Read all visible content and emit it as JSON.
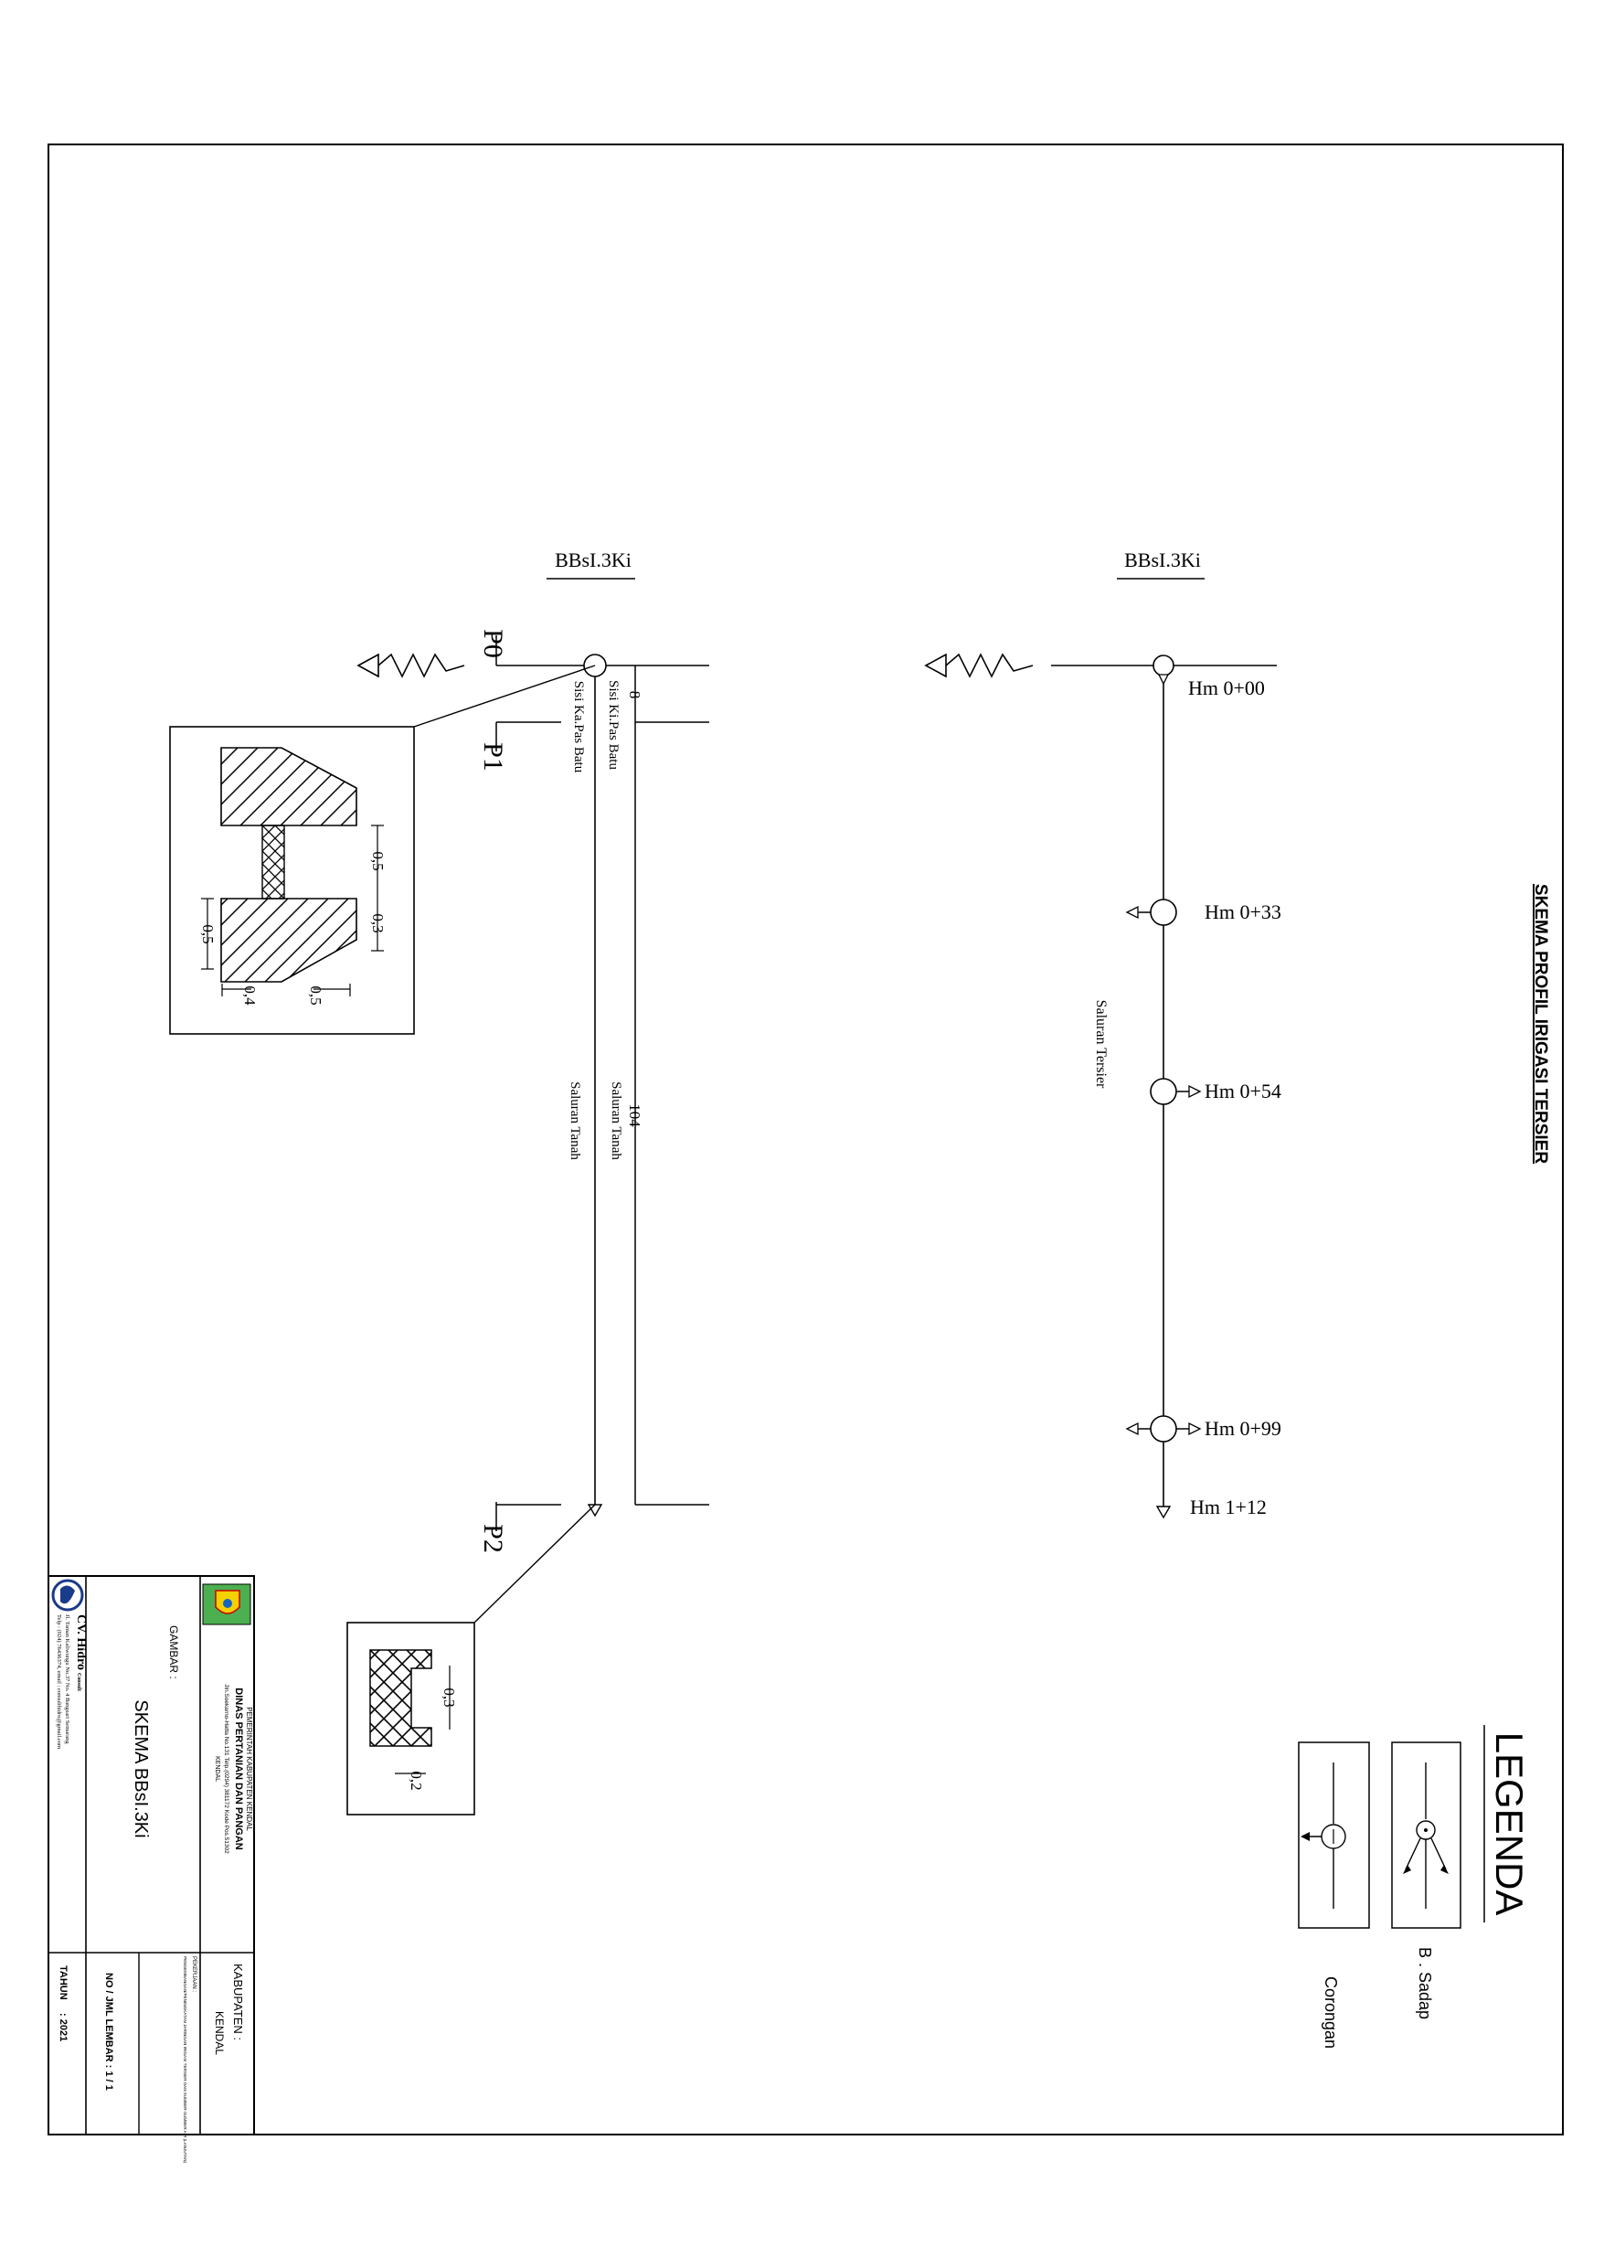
{
  "sheet_title": "SKEMA PROFIL IRIGASI TERSIER",
  "profile": {
    "name": "BBsI.3Ki",
    "points": [
      "P0",
      "P1",
      "P2"
    ],
    "dimensions": {
      "top": "8",
      "main": "104"
    },
    "labels": {
      "left_wall": "Sisi Ki.Pas Batu",
      "right_wall": "Sisi Ka.Pas Batu",
      "left_earth": "Saluran Tanah",
      "right_earth": "Saluran Tanah"
    },
    "section_p1_dims": [
      "0,5",
      "0,3",
      "0,5",
      "0,4",
      "0,5"
    ],
    "section_p2_dims": [
      "0,3",
      "0,2"
    ]
  },
  "scheme": {
    "name": "BBsI.3Ki",
    "channel_label": "Saluran Tersier",
    "stations": [
      "Hm 0+00",
      "Hm 0+33",
      "Hm 0+54",
      "Hm 0+99",
      "Hm 1+12"
    ]
  },
  "legend": {
    "title": "LEGENDA",
    "items": [
      {
        "icon": "b-sadap-icon",
        "label": "B . Sadap"
      },
      {
        "icon": "corongan-icon",
        "label": "Corongan"
      }
    ]
  },
  "title_block": {
    "agency_header": "PEMERINTAH KABUPATEN KENDAL",
    "agency_name": "DINAS PERTANIAN DAN PANGAN",
    "agency_address": "Jln.Soekarno-Hatta No.131 Telp.(0294) 381172 Kode Pos.51302",
    "agency_city": "KENDAL",
    "kabupaten_label": "KABUPATEN :",
    "kabupaten_value": "KENDAL",
    "pekerjaan_label": "PEKERJAAN :",
    "pekerjaan_value": "PENGEMBANGAN/PENINGKATAN JARINGAN IRIGASI TERSIER DAN SUMBER-SUMBER AIR (LANJUTAN)",
    "gambar_label": "GAMBAR :",
    "gambar_value": "SKEMA BBsI.3Ki",
    "lembar_label": "NO / JML LEMBAR : 1 / 1",
    "tahun_label": "TAHUN",
    "tahun_value": ": 2021",
    "company_name": "CV. Hidro",
    "company_tag": "Consult",
    "company_address": "Jl. Taman Kaliwungu No.37 No. 4 Bangsari Semarang",
    "company_contact": "Telp : (024) 76436374, email : consulthidro@gmail.com"
  }
}
